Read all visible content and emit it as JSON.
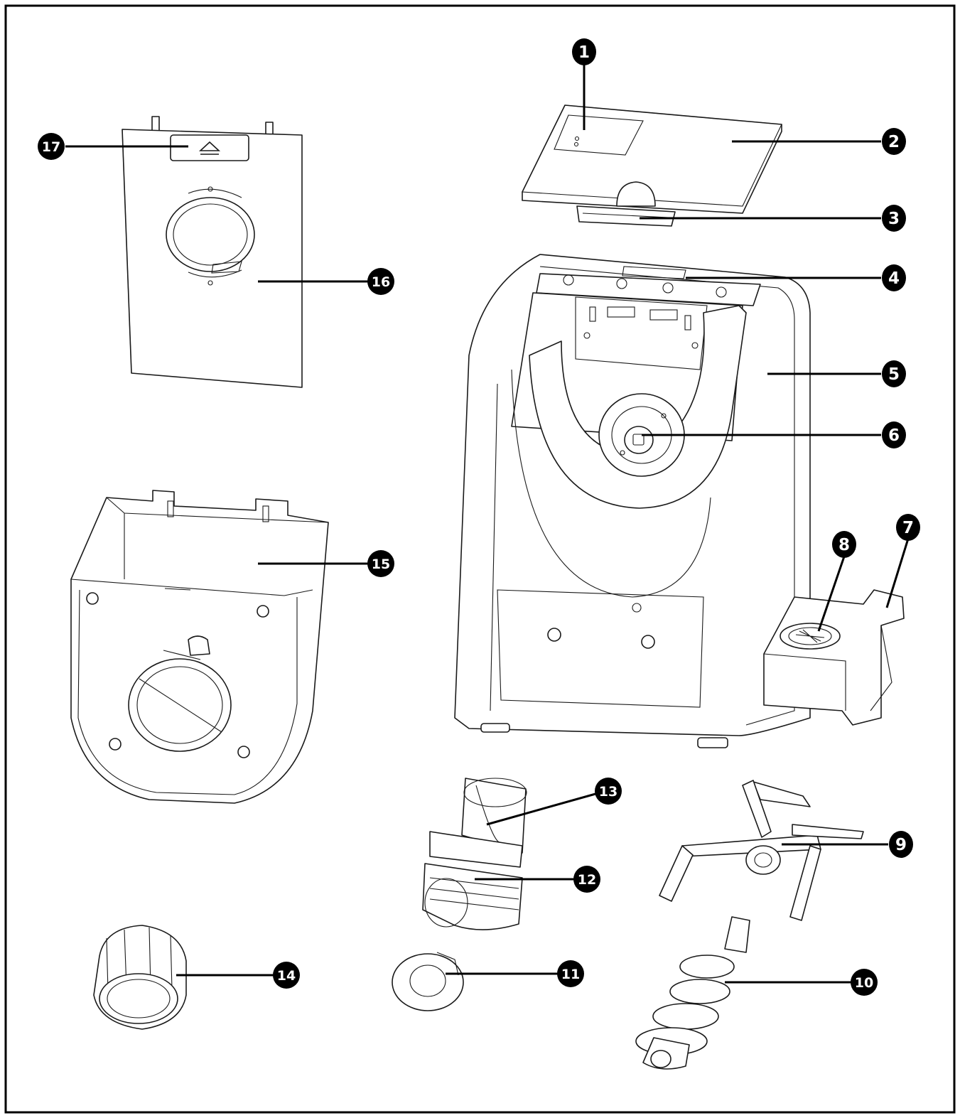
{
  "callouts": [
    {
      "id": "c1",
      "label": "1"
    },
    {
      "id": "c2",
      "label": "2"
    },
    {
      "id": "c3",
      "label": "3"
    },
    {
      "id": "c4",
      "label": "4"
    },
    {
      "id": "c5",
      "label": "5"
    },
    {
      "id": "c6",
      "label": "6"
    },
    {
      "id": "c7",
      "label": "7"
    },
    {
      "id": "c8",
      "label": "8"
    },
    {
      "id": "c9",
      "label": "9"
    },
    {
      "id": "c10",
      "label": "10"
    },
    {
      "id": "c11",
      "label": "11"
    },
    {
      "id": "c12",
      "label": "12"
    },
    {
      "id": "c13",
      "label": "13"
    },
    {
      "id": "c14",
      "label": "14"
    },
    {
      "id": "c15",
      "label": "15"
    },
    {
      "id": "c16",
      "label": "16"
    },
    {
      "id": "c17",
      "label": "17"
    }
  ],
  "icons": {
    "eject_symbol": "eject-icon",
    "power_button": "power-icon"
  }
}
